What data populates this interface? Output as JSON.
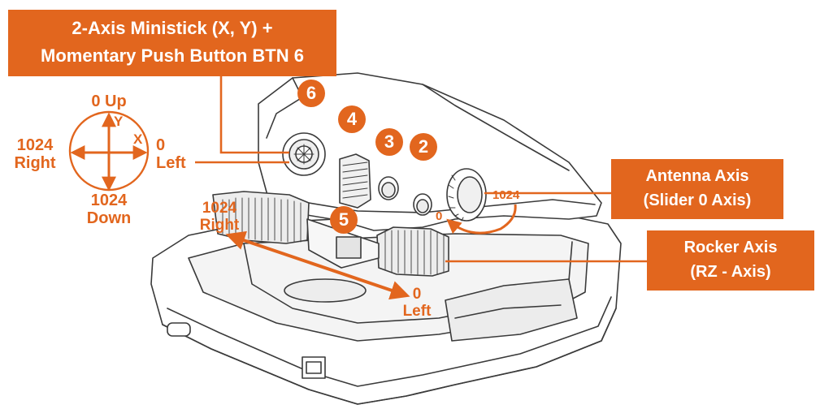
{
  "labels": {
    "ministick": [
      "2-Axis Ministick (X, Y) +",
      "Momentary Push Button BTN 6"
    ],
    "antenna": [
      "Antenna Axis",
      "(Slider 0 Axis)"
    ],
    "rocker": [
      "Rocker Axis",
      "(RZ - Axis)"
    ]
  },
  "compass": {
    "up": "0 Up",
    "down": [
      "1024",
      "Down"
    ],
    "right": [
      "1024",
      "Right"
    ],
    "left": "0",
    "y": "Y",
    "x": "X"
  },
  "ministick_left": "Left",
  "rocker_scale": {
    "start": [
      "1024",
      "Right"
    ],
    "end": [
      "0",
      "Left"
    ]
  },
  "antenna_scale": {
    "zero": "0",
    "max": "1024"
  },
  "buttons": [
    "6",
    "4",
    "3",
    "2",
    "5"
  ],
  "colors": {
    "accent": "#e2661e",
    "line": "#3a3a3a",
    "device_fill": "#ffffff",
    "shade": "#e9e9e9"
  }
}
